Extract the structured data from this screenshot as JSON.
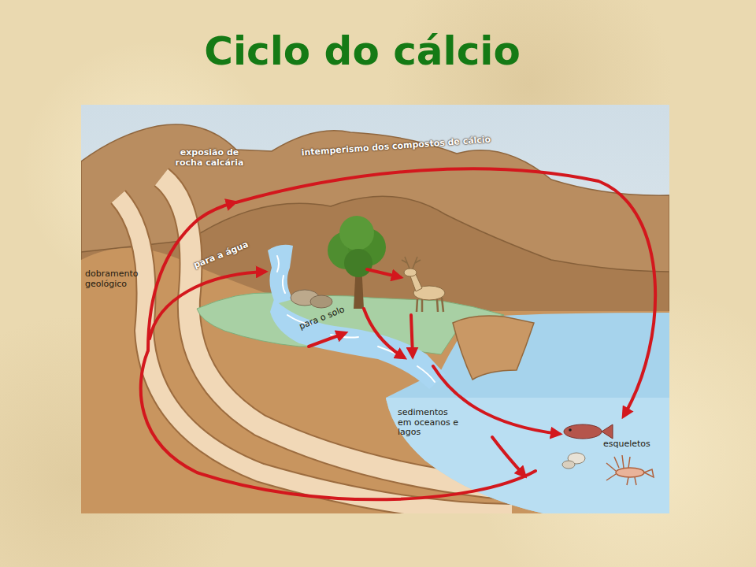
{
  "diagram": {
    "title": "Ciclo do cálcio",
    "labels": [
      "exposião de rocha calcária",
      "intemperismo dos compostos de cálcio",
      "dobramento geológico",
      "para a água",
      "para o solo",
      "sedimentos em oceanos e lagos",
      "esqueletos"
    ]
  }
}
